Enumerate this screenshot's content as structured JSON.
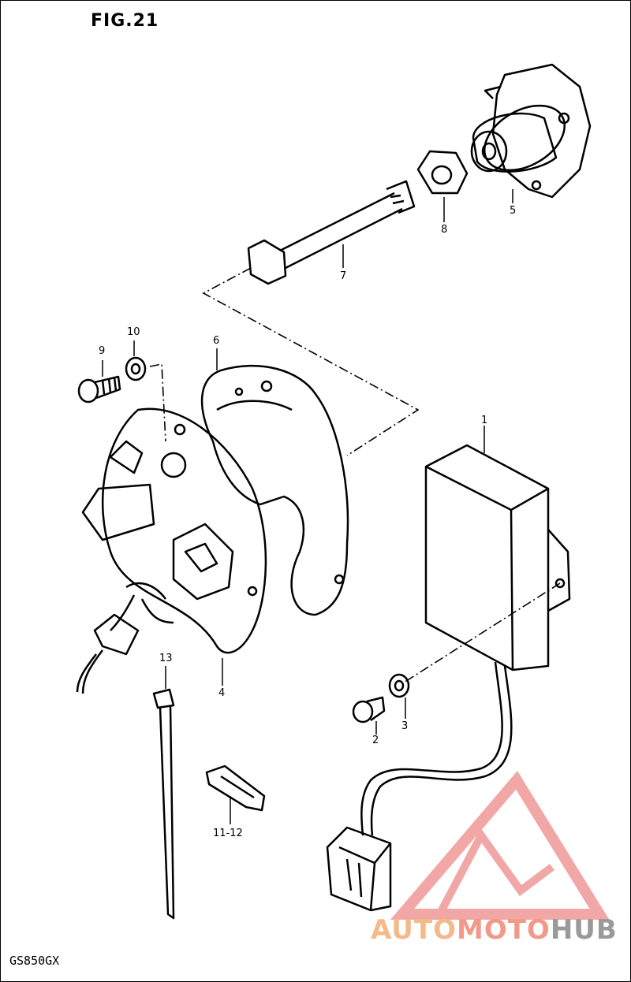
{
  "figure": {
    "title": "FIG.21",
    "model": "GS850GX"
  },
  "callouts": [
    "1",
    "2",
    "3",
    "4",
    "5",
    "6",
    "7",
    "8",
    "9",
    "10",
    "11-12",
    "13"
  ],
  "watermark": {
    "part1": "AUTO",
    "part2": "MOTO",
    "part3": "HUB",
    "colors": [
      "#f5b98a",
      "#f29a8a",
      "#9a9a9a"
    ]
  }
}
